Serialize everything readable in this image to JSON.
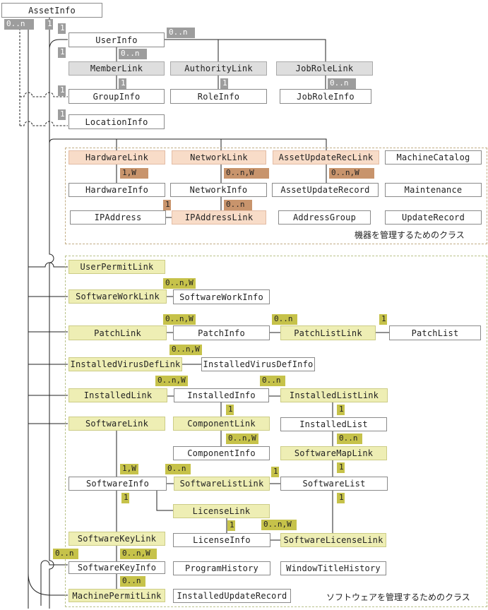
{
  "boxes": {
    "asset_info": "AssetInfo",
    "user_info": "UserInfo",
    "member_link": "MemberLink",
    "authority_link": "AuthorityLink",
    "job_role_link": "JobRoleLink",
    "group_info": "GroupInfo",
    "role_info": "RoleInfo",
    "job_role_info": "JobRoleInfo",
    "location_info": "LocationInfo",
    "hardware_link": "HardwareLink",
    "network_link": "NetworkLink",
    "asset_update_rec_link": "AssetUpdateRecLink",
    "machine_catalog": "MachineCatalog",
    "hardware_info": "HardwareInfo",
    "network_info": "NetworkInfo",
    "asset_update_record": "AssetUpdateRecord",
    "maintenance": "Maintenance",
    "ip_address": "IPAddress",
    "ip_address_link": "IPAddressLink",
    "address_group": "AddressGroup",
    "update_record": "UpdateRecord",
    "user_permit_link": "UserPermitLink",
    "software_work_link": "SoftwareWorkLink",
    "software_work_info": "SoftwareWorkInfo",
    "patch_link": "PatchLink",
    "patch_info": "PatchInfo",
    "patch_list_link": "PatchListLink",
    "patch_list": "PatchList",
    "installed_virus_def_link": "InstalledVirusDefLink",
    "installed_virus_def_info": "InstalledVirusDefInfo",
    "installed_link": "InstalledLink",
    "installed_info": "InstalledInfo",
    "installed_list_link": "InstalledListLink",
    "software_link": "SoftwareLink",
    "component_link": "ComponentLink",
    "installed_list": "InstalledList",
    "component_info": "ComponentInfo",
    "software_map_link": "SoftwareMapLink",
    "software_info": "SoftwareInfo",
    "software_list_link": "SoftwareListLink",
    "software_list": "SoftwareList",
    "license_link": "LicenseLink",
    "software_key_link": "SoftwareKeyLink",
    "license_info": "LicenseInfo",
    "software_license_link": "SoftwareLicenseLink",
    "software_key_info": "SoftwareKeyInfo",
    "program_history": "ProgramHistory",
    "window_title_history": "WindowTitleHistory",
    "machine_permit_link": "MachinePermitLink",
    "installed_update_record": "InstalledUpdateRecord"
  },
  "multiplicity": {
    "zero_n": "0..n",
    "one": "1",
    "one_w": "1,W",
    "zero_n_w": "0..n,W"
  },
  "notes": {
    "hardware_section": "機器を管理するためのクラス",
    "software_section": "ソフトウェアを管理するためのクラス"
  },
  "colors": {
    "gray_box": "#dedede",
    "peach_box": "#f8dcc8",
    "yellow_box": "#eeeeb4",
    "gray_tag": "#9d9d9d",
    "tan_tag": "#c8946c",
    "olive_tag": "#c6c24a"
  }
}
